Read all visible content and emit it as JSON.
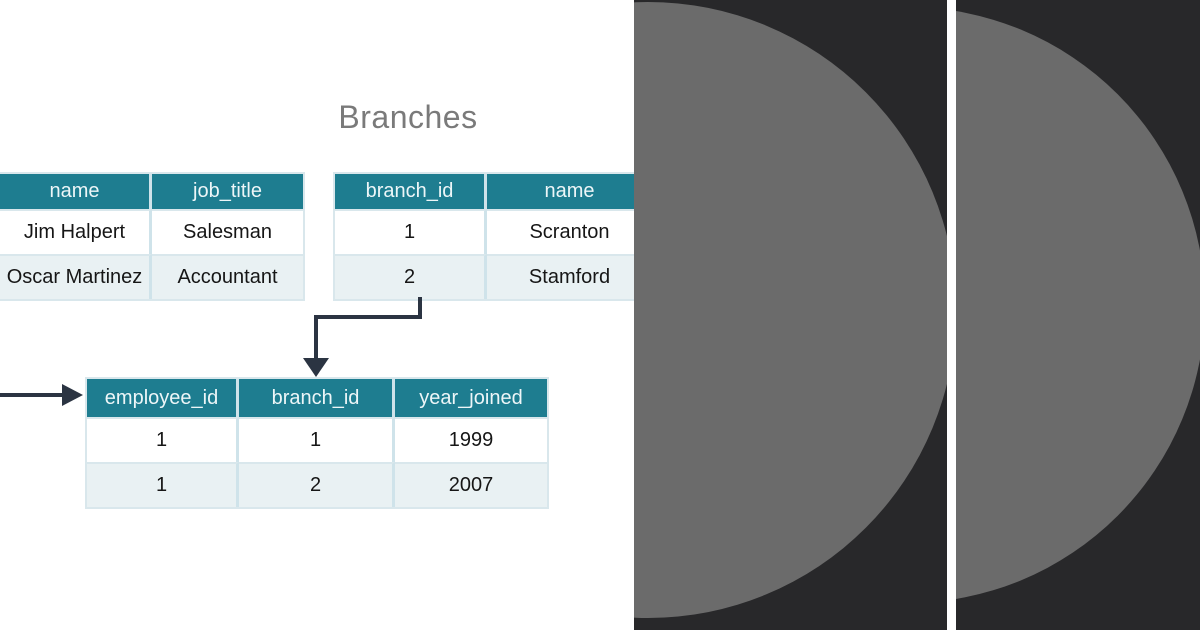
{
  "colors": {
    "teal": "#1E7D90",
    "header-text": "#EDF6F8",
    "row-white": "#FFFFFF",
    "row-alt": "#E9F1F3",
    "table-border": "#D9E7EC",
    "cell-divider": "#CFE3EA",
    "body-text": "#161616",
    "title-text": "#7A7A7A",
    "arrow": "#2B3442",
    "panel-dark": "#28282A",
    "circle-gray": "#6B6B6B"
  },
  "diagram": {
    "heading": "Branches",
    "tables": {
      "table_left": {
        "columns": [
          "name",
          "job_title"
        ],
        "rows": [
          [
            "Jim Halpert",
            "Salesman"
          ],
          [
            "Oscar Martinez",
            "Accountant"
          ]
        ]
      },
      "table_right": {
        "columns": [
          "branch_id",
          "name"
        ],
        "rows": [
          [
            "1",
            "Scranton"
          ],
          [
            "2",
            "Stamford"
          ]
        ]
      },
      "table_bottom": {
        "columns": [
          "employee_id",
          "branch_id",
          "year_joined"
        ],
        "rows": [
          [
            "1",
            "1",
            "1999"
          ],
          [
            "1",
            "2",
            "2007"
          ]
        ]
      }
    }
  }
}
